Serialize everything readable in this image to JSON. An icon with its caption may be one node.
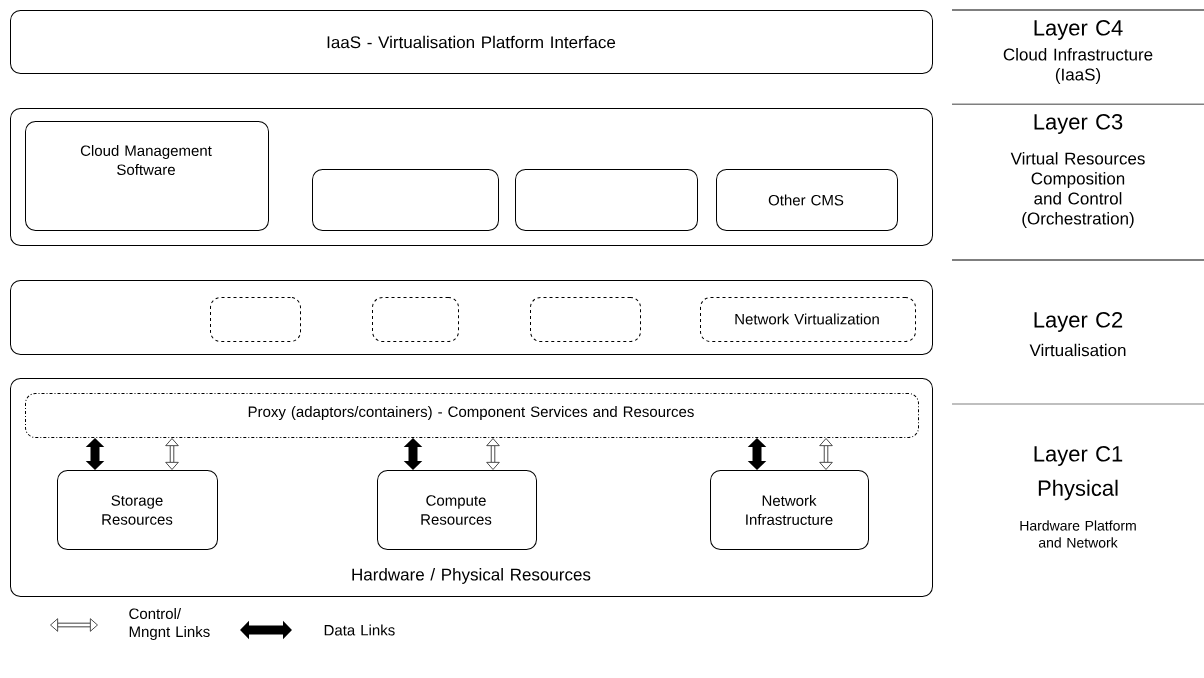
{
  "diagram": {
    "nodes": [
      {
        "text": [
          "IaaS - Virtualisation Platform Interface"
        ]
      },
      {
        "text": [],
        "shape": "box"
      },
      {
        "text": [
          "Cloud Management Software"
        ],
        "in": 1
      },
      {
        "text": [],
        "shape": "box",
        "in": 1
      },
      {
        "text": [],
        "shape": "box",
        "in": 1
      },
      {
        "text": [
          "Other CMS"
        ],
        "in": 1
      },
      {
        "text": [],
        "shape": "box"
      },
      {
        "text": [],
        "shape": "box",
        "in": 6
      },
      {
        "text": [],
        "shape": "box",
        "in": 6
      },
      {
        "text": [],
        "shape": "box",
        "in": 6
      },
      {
        "text": [
          "Network Virtualization"
        ],
        "in": 6
      },
      {
        "text": [
          "Hardware / Physical Resources"
        ]
      },
      {
        "text": [
          "Proxy (adaptors/containers) - Component Services and Resources"
        ],
        "in": 11
      },
      {
        "text": [
          "Storage Resources"
        ],
        "in": 11
      },
      {
        "text": [
          "Compute Resources"
        ],
        "in": 11
      },
      {
        "text": [
          "Network Infrastructure"
        ],
        "in": 11
      }
    ],
    "edges": [
      {
        "from": 12,
        "to": 13,
        "arrow": "both",
        "style": "thick"
      },
      {
        "from": 12,
        "to": 13,
        "arrow": "both"
      },
      {
        "from": 12,
        "to": 14,
        "arrow": "both",
        "style": "thick"
      },
      {
        "from": 12,
        "to": 14,
        "arrow": "both"
      },
      {
        "from": 12,
        "to": 15,
        "arrow": "both",
        "style": "thick"
      },
      {
        "from": 12,
        "to": 15,
        "arrow": "both"
      }
    ],
    "labels": [
      "Layer C4",
      "Cloud Infrastructure (IaaS)",
      "Layer C3",
      "Virtual Resources Composition and Control (Orchestration)",
      "Layer C2",
      "Virtualisation",
      "Layer C1",
      "Physical",
      "Hardware Platform and Network"
    ],
    "legend": [
      {
        "text": "Control/ Mngnt Links"
      },
      {
        "text": "Data Links"
      }
    ]
  }
}
